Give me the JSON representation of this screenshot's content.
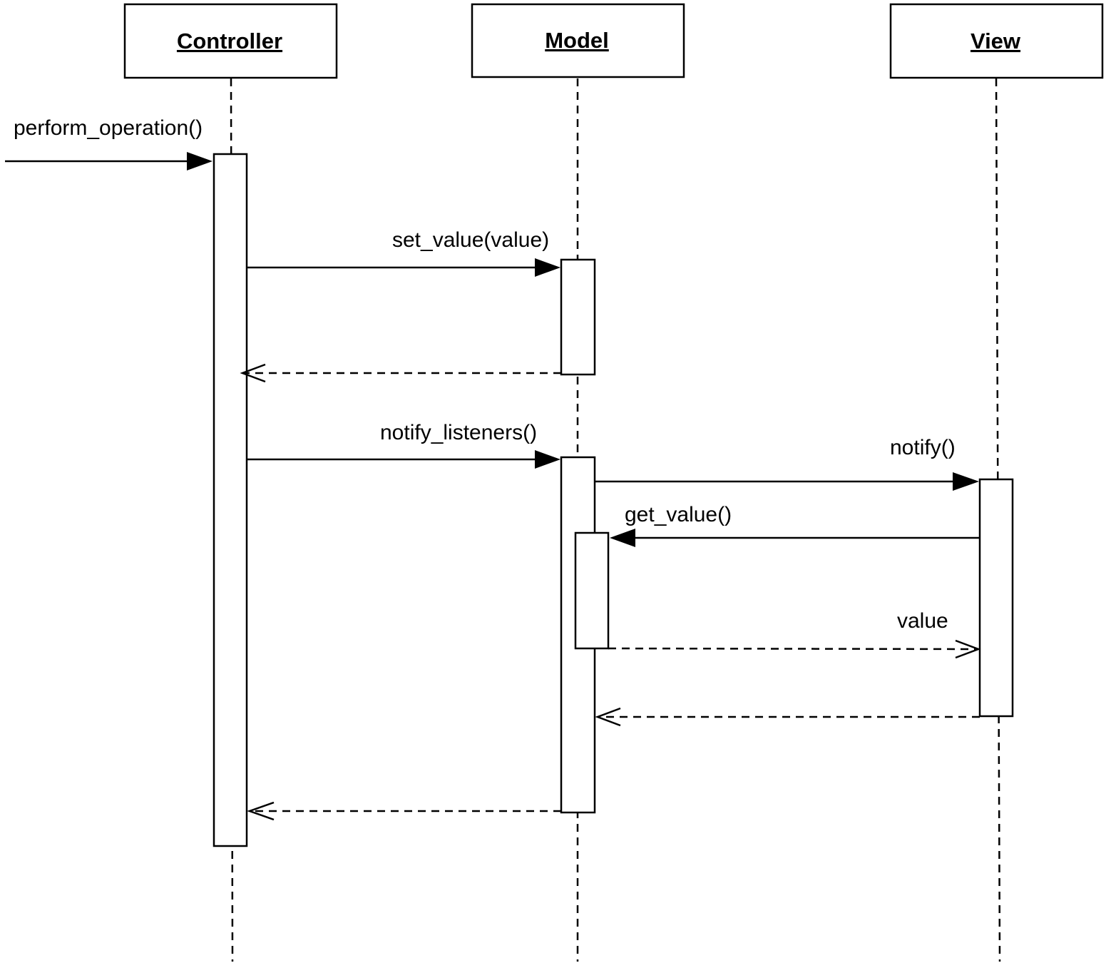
{
  "lifelines": {
    "controller": {
      "name": "Controller"
    },
    "model": {
      "name": "Model"
    },
    "view": {
      "name": "View"
    }
  },
  "messages": {
    "perform_operation": {
      "label": "perform_operation()"
    },
    "set_value": {
      "label": "set_value(value)"
    },
    "set_value_return": {
      "label": ""
    },
    "notify_listeners": {
      "label": "notify_listeners()"
    },
    "notify": {
      "label": "notify()"
    },
    "get_value": {
      "label": "get_value()"
    },
    "value_return": {
      "label": "value"
    },
    "notify_return": {
      "label": ""
    },
    "notify_listeners_return": {
      "label": ""
    }
  },
  "colors": {
    "stroke": "#000000",
    "background": "#ffffff"
  }
}
